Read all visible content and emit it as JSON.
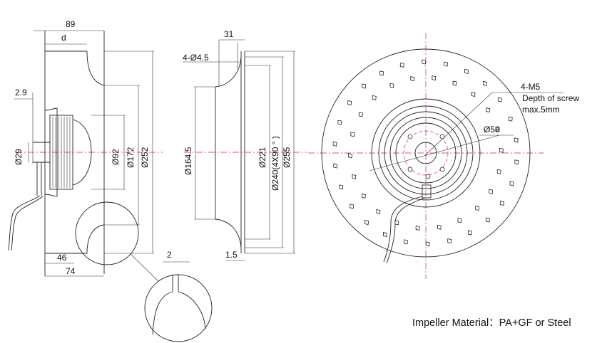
{
  "side_view": {
    "dim_overall_width": "89",
    "dim_d": "d",
    "dim_hub_offset": "2.9",
    "dim_hub_dia": "Ø29",
    "dim_motor_dia": "Ø92",
    "dim_ring_dia": "Ø172",
    "dim_outer_dia": "Ø252",
    "dim_46": "46",
    "dim_74": "74",
    "dim_detail_2": "2"
  },
  "inlet_ring_view": {
    "dim_31": "31",
    "dim_holes": "4-Ø4.5",
    "dim_inlet_dia": "Ø164.5",
    "dim_221": "Ø221",
    "dim_240": "Ø240(4X90 ° )",
    "dim_255": "Ø255",
    "dim_1_5": "1.5"
  },
  "front_view": {
    "callout_screws": "4-M5",
    "callout_depth_line1": "Depth of screw",
    "callout_depth_line2": "max.5mm",
    "dim_58": "Ø58"
  },
  "caption": {
    "material": "Impeller Material：PA+GF or Steel"
  }
}
